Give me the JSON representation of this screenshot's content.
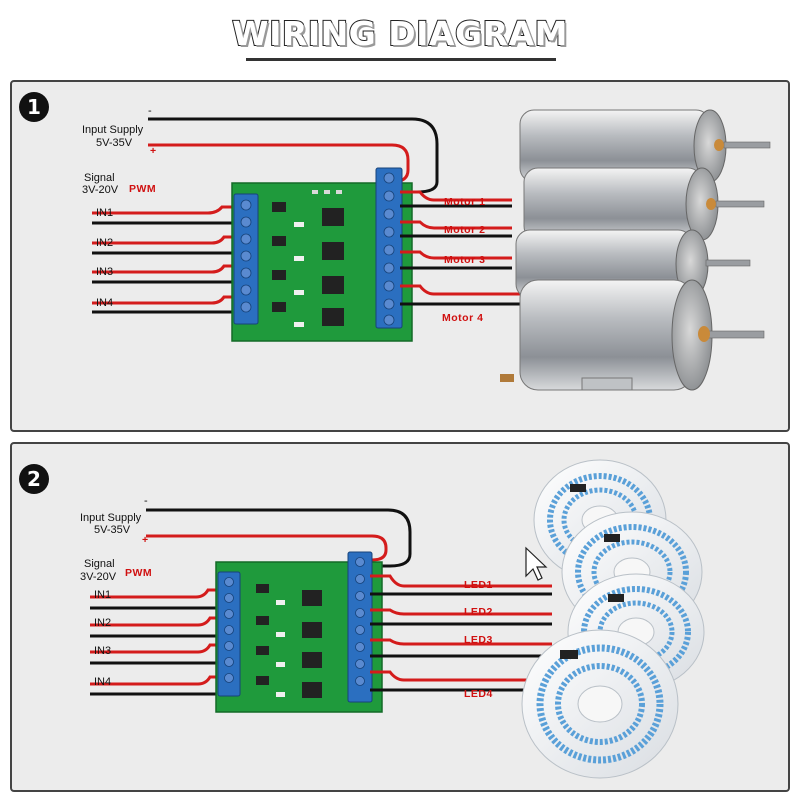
{
  "title": "WIRING DIAGRAM",
  "panels": [
    {
      "step": "1",
      "supply_label": "Input Supply",
      "supply_voltage": "5V-35V",
      "minus": "-",
      "plus": "+",
      "signal_label": "Signal",
      "signal_voltage": "3V-20V",
      "pwm": "PWM",
      "inputs": [
        "IN1",
        "IN2",
        "IN3",
        "IN4"
      ],
      "outputs": [
        "Motor 1",
        "Motor 2",
        "Motor 3",
        "Motor 4"
      ],
      "load_icon": "dc-motor-icon"
    },
    {
      "step": "2",
      "supply_label": "Input Supply",
      "supply_voltage": "5V-35V",
      "minus": "-",
      "plus": "+",
      "signal_label": "Signal",
      "signal_voltage": "3V-20V",
      "pwm": "PWM",
      "inputs": [
        "IN1",
        "IN2",
        "IN3",
        "IN4"
      ],
      "outputs": [
        "LED1",
        "LED2",
        "LED3",
        "LED4"
      ],
      "load_icon": "led-strip-reel-icon"
    }
  ],
  "colors": {
    "wire_red": "#d41c1c",
    "wire_black": "#111111",
    "pcb_green": "#1f9a3c",
    "terminal_blue": "#2b6fc0",
    "panel_bg": "#ececec",
    "label_red": "#d01010"
  }
}
